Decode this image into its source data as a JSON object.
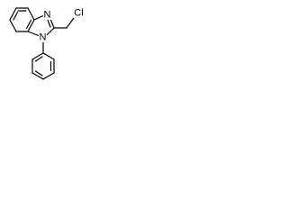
{
  "molecule": {
    "atoms": {
      "n_imidazole_top": "N",
      "n_imidazole_phenyl": "N",
      "chlorine": "Cl"
    }
  }
}
